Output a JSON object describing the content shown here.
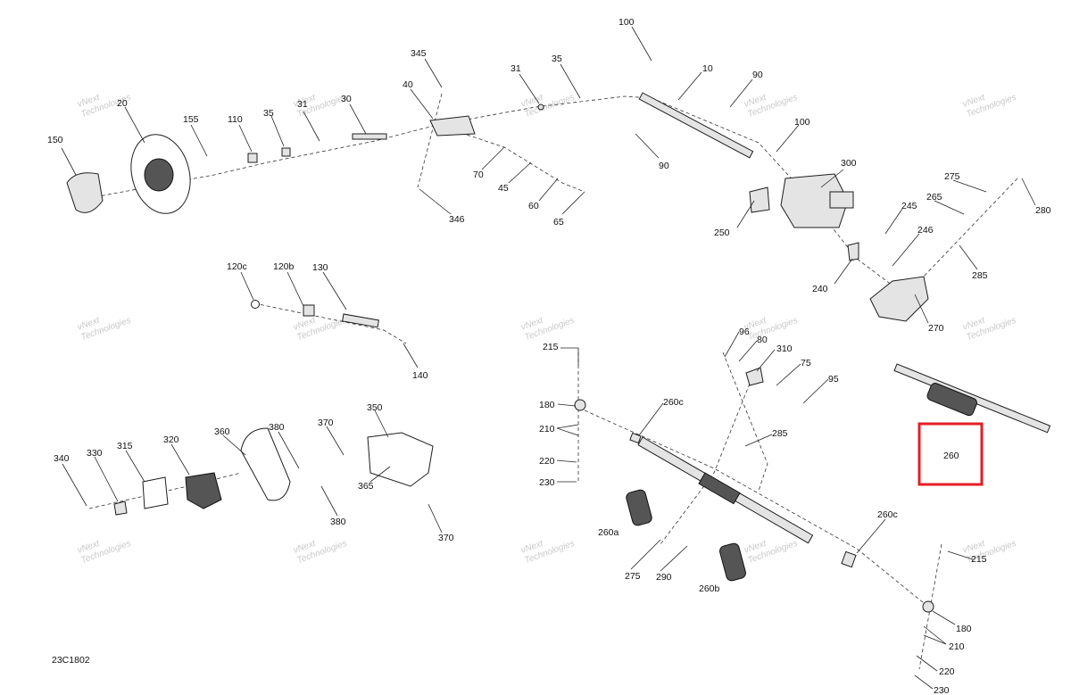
{
  "diagram": {
    "code": "23C1802",
    "watermark": [
      "vNext",
      "Technologies"
    ],
    "highlight_color": "#e41e25",
    "highlighted_part": "260",
    "labels": [
      "150",
      "20",
      "155",
      "110",
      "35",
      "31",
      "30",
      "345",
      "40",
      "31",
      "35",
      "100",
      "10",
      "90",
      "100",
      "90",
      "70",
      "45",
      "60",
      "65",
      "346",
      "300",
      "250",
      "275",
      "265",
      "245",
      "280",
      "246",
      "285",
      "240",
      "270",
      "120c",
      "120b",
      "130",
      "140",
      "215",
      "96",
      "80",
      "310",
      "75",
      "95",
      "180",
      "260c",
      "210",
      "285",
      "220",
      "230",
      "260a",
      "275",
      "290",
      "260b",
      "260c",
      "215",
      "180",
      "210",
      "220",
      "230",
      "340",
      "330",
      "315",
      "320",
      "360",
      "380",
      "370",
      "350",
      "365",
      "380",
      "370",
      "260"
    ]
  }
}
